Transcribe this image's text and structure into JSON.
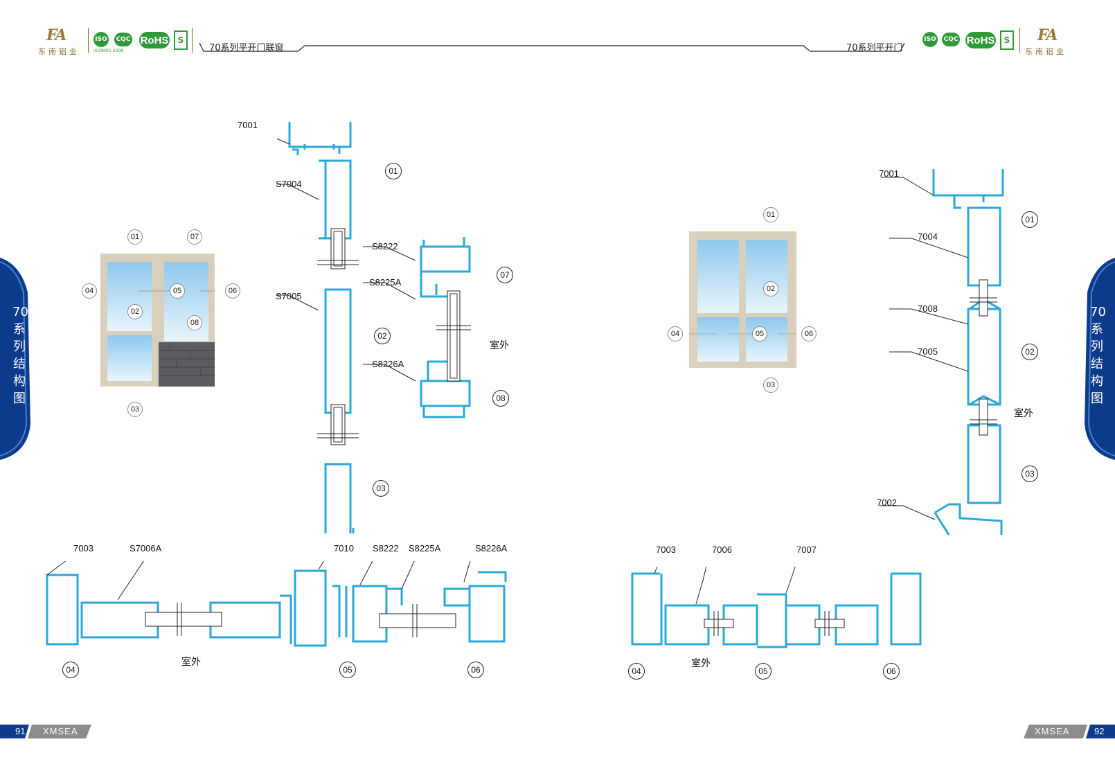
{
  "header": {
    "left_brand": "东南铝业",
    "left_title": "70系列平开门联窗",
    "right_title": "70系列平开门",
    "right_brand": "东南铝业",
    "rohs": "RoHS",
    "iso_text": "ISO9001:2008",
    "cqc": "CQC",
    "qs": "S"
  },
  "side_tab": {
    "left_text": "70系列结构图",
    "right_text": "70系列结构图"
  },
  "left_page": {
    "photo_markers": [
      "01",
      "07",
      "04",
      "05",
      "06",
      "02",
      "08",
      "03"
    ],
    "section_labels": {
      "p7001": "7001",
      "ps7004": "S7004",
      "ps7005": "S7005",
      "ps8222": "S8222",
      "ps8225a": "S8225A",
      "ps8226a": "S8226A",
      "p7003": "7003",
      "ps7006a": "S7006A",
      "p7010": "7010",
      "ps8222b": "S8222",
      "ps8225ab": "S8225A",
      "ps8226ab": "S8226A"
    },
    "vertical_markers": [
      "01",
      "02",
      "03"
    ],
    "window_markers": [
      "07",
      "08"
    ],
    "outside_1": "室外",
    "outside_2": "室外",
    "bottom_markers": [
      "04",
      "05",
      "06"
    ]
  },
  "right_page": {
    "photo_markers": [
      "01",
      "02",
      "04",
      "05",
      "06",
      "03"
    ],
    "section_labels": {
      "p7001": "7001",
      "p7004": "7004",
      "p7008": "7008",
      "p7005": "7005",
      "p7002": "7002",
      "p7003": "7003",
      "p7006": "7006",
      "p7007": "7007"
    },
    "vertical_markers": [
      "01",
      "02",
      "03"
    ],
    "outside_1": "室外",
    "outside_2": "室外",
    "bottom_markers": [
      "04",
      "05",
      "06"
    ]
  },
  "footer": {
    "left_page_no": "91",
    "left_brand": "XMSEA",
    "right_brand": "XMSEA",
    "right_page_no": "92"
  },
  "colors": {
    "profile_blue": "#2aa8d8",
    "tab_blue": "#0d3b8c",
    "brand_gold": "#9a7a3a",
    "green": "#2f9a3a"
  }
}
